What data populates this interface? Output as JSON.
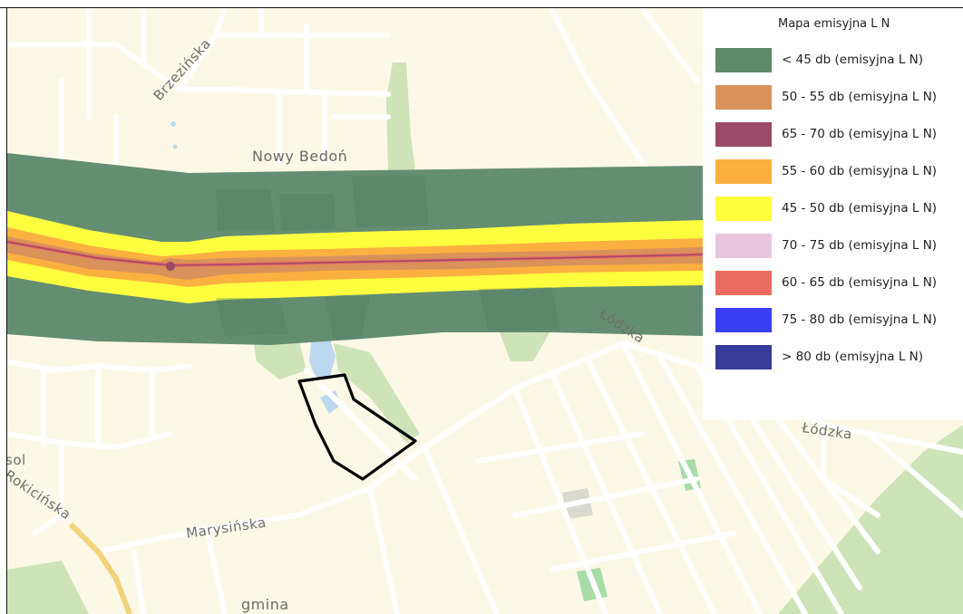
{
  "map": {
    "place_labels": {
      "nowy_bedon": "Nowy Bedoń",
      "gmina": "gmina",
      "sol": "sol"
    },
    "street_labels": {
      "brzezinska": "Brzezińska",
      "lodzka_1": "Łódzka",
      "lodzka_2": "Łódzka",
      "marysinska": "Marysińska",
      "rokicinska": "Rokicińska"
    },
    "colors": {
      "background": "#fbf8e6",
      "road": "#ffffff",
      "green_area": "#cfe3b9",
      "water": "#bcd8f0",
      "major_road": "#f3d27a"
    }
  },
  "legend": {
    "title": "Mapa emisyjna L N",
    "items": [
      {
        "label": "< 45 db (emisyjna L N)",
        "color": "#5f8a6d"
      },
      {
        "label": "50 - 55 db (emisyjna L N)",
        "color": "#d9925a"
      },
      {
        "label": "65 - 70 db (emisyjna L N)",
        "color": "#9b4a67"
      },
      {
        "label": "55 - 60 db (emisyjna L N)",
        "color": "#fbb040"
      },
      {
        "label": "45 - 50 db (emisyjna L N)",
        "color": "#ffff40"
      },
      {
        "label": "70 - 75 db (emisyjna L N)",
        "color": "#e9c5dc"
      },
      {
        "label": "60 - 65 db (emisyjna L N)",
        "color": "#ea6b62"
      },
      {
        "label": "75 - 80 db (emisyjna L N)",
        "color": "#3a3ef2"
      },
      {
        "label": "> 80 db (emisyjna L N)",
        "color": "#3a3a98"
      }
    ]
  }
}
